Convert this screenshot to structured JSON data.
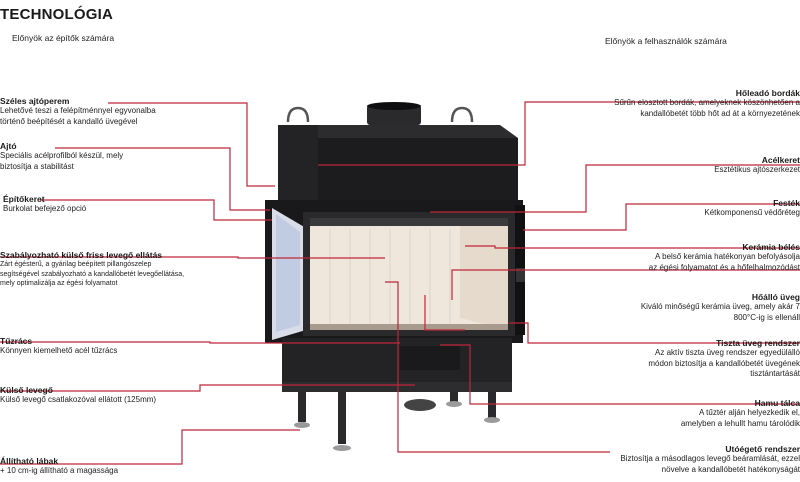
{
  "title": "TECHNOLÓGIA",
  "subtitle_left": "Előnyök az építők számára",
  "subtitle_right": "Előnyök a felhasználók számára",
  "left_features": [
    {
      "title": "Széles ajtóperem",
      "lines": [
        "Lehetővé teszi a felépítménnyel egyvonalba",
        "történő beépítését a kandalló üvegével"
      ]
    },
    {
      "title": "Ajtó",
      "lines": [
        "Speciális acélprofilból készül, mely",
        "biztosítja a stabilitást"
      ]
    },
    {
      "title": "Építőkeret",
      "lines": [
        "Burkolat befejező opció"
      ]
    },
    {
      "title": "Szabályozható külső friss levegő ellátás",
      "lines": [
        "Zárt égésterű, a gyárilag beépített pillangószelep",
        "segítségével szabályozható a kandallóbetét levegőellátása,",
        "mely optimalizálja az égési folyamatot"
      ]
    },
    {
      "title": "Tűzrács",
      "lines": [
        "Könnyen kiemelhető acél tűzrács"
      ]
    },
    {
      "title": "Külső levegő",
      "lines": [
        "Külső levegő csatlakozóval ellátott (125mm)"
      ]
    },
    {
      "title": "Állítható lábak",
      "lines": [
        "+ 10 cm-ig állítható a magassága"
      ]
    }
  ],
  "right_features": [
    {
      "title": "Hőleadó bordák",
      "lines": [
        "Sűrűn elosztott bordák, amelyeknek köszönhetően a",
        "kandallóbetét több hőt ad át a környezetének"
      ]
    },
    {
      "title": "Acélkeret",
      "lines": [
        "Esztétikus ajtószerkezet"
      ]
    },
    {
      "title": "Festék",
      "lines": [
        "Kétkomponensű védőréteg"
      ]
    },
    {
      "title": "Kerámia bélés",
      "lines": [
        "A belső kerámia hatékonyan befolyásolja",
        "az égési folyamatot és a hőfelhalmozódást"
      ]
    },
    {
      "title": "Hőálló üveg",
      "lines": [
        "Kiváló minőségű kerámia üveg, amely akár 7",
        "800°C-ig is ellenáll"
      ]
    },
    {
      "title": "Tiszta üveg rendszer",
      "lines": [
        "Az aktív tiszta üveg rendszer egyedülálló",
        "módon biztosítja a kandallóbetét üvegének",
        "tisztántartását"
      ]
    },
    {
      "title": "Hamu tálca",
      "lines": [
        "A tűztér alján helyezkedik el,",
        "amelyben a lehullt hamu tárolódik"
      ]
    },
    {
      "title": "Utóégető rendszer",
      "lines": [
        "Biztosítja a másodlagos levegő beáramlását, ezzel",
        "növelve a kandallóbetét hatékonyságát"
      ]
    }
  ],
  "colors": {
    "accent": "#c0263a",
    "stove": "#1c1c1e",
    "ceramic": "#efe6dc"
  }
}
